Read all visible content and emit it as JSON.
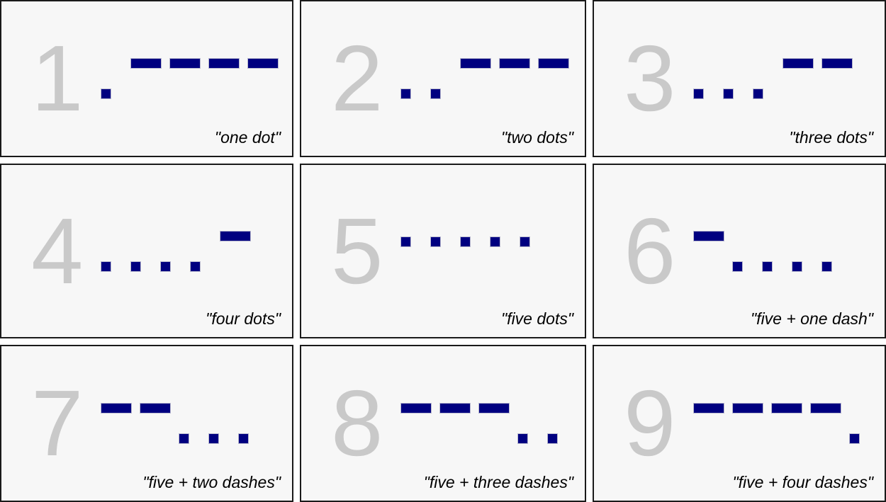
{
  "page": {
    "background": "#ffffff",
    "card_background": "#f7f7f7",
    "card_border_color": "#1a1a1a",
    "numeral_color": "#c9c9c9",
    "symbol_color": "#000080",
    "symbol_border_color": "#b9b9cf",
    "caption_color": "#000000"
  },
  "cards": [
    {
      "numeral": "1",
      "caption": "\"one dot\"",
      "pattern": ".----",
      "dots": 1,
      "dashes": 4,
      "sequence": [
        "dot",
        "dash",
        "dash",
        "dash",
        "dash"
      ]
    },
    {
      "numeral": "2",
      "caption": "\"two dots\"",
      "pattern": "..---",
      "dots": 2,
      "dashes": 3,
      "sequence": [
        "dot",
        "dot",
        "dash",
        "dash",
        "dash"
      ]
    },
    {
      "numeral": "3",
      "caption": "\"three dots\"",
      "pattern": "...--",
      "dots": 3,
      "dashes": 2,
      "sequence": [
        "dot",
        "dot",
        "dot",
        "dash",
        "dash"
      ]
    },
    {
      "numeral": "4",
      "caption": "\"four dots\"",
      "pattern": "....-",
      "dots": 4,
      "dashes": 1,
      "sequence": [
        "dot",
        "dot",
        "dot",
        "dot",
        "dash"
      ]
    },
    {
      "numeral": "5",
      "caption": "\"five dots\"",
      "pattern": ".....",
      "dots": 5,
      "dashes": 0,
      "sequence": [
        "dot",
        "dot",
        "dot",
        "dot",
        "dot"
      ]
    },
    {
      "numeral": "6",
      "caption": "\"five + one dash\"",
      "pattern": "-....",
      "dots": 4,
      "dashes": 1,
      "sequence": [
        "dash",
        "dot",
        "dot",
        "dot",
        "dot"
      ]
    },
    {
      "numeral": "7",
      "caption": "\"five + two dashes\"",
      "pattern": "--...",
      "dots": 3,
      "dashes": 2,
      "sequence": [
        "dash",
        "dash",
        "dot",
        "dot",
        "dot"
      ]
    },
    {
      "numeral": "8",
      "caption": "\"five + three dashes\"",
      "pattern": "---..",
      "dots": 2,
      "dashes": 3,
      "sequence": [
        "dash",
        "dash",
        "dash",
        "dot",
        "dot"
      ]
    },
    {
      "numeral": "9",
      "caption": "\"five + four dashes\"",
      "pattern": "----.",
      "dots": 1,
      "dashes": 4,
      "sequence": [
        "dash",
        "dash",
        "dash",
        "dash",
        "dot"
      ]
    }
  ]
}
